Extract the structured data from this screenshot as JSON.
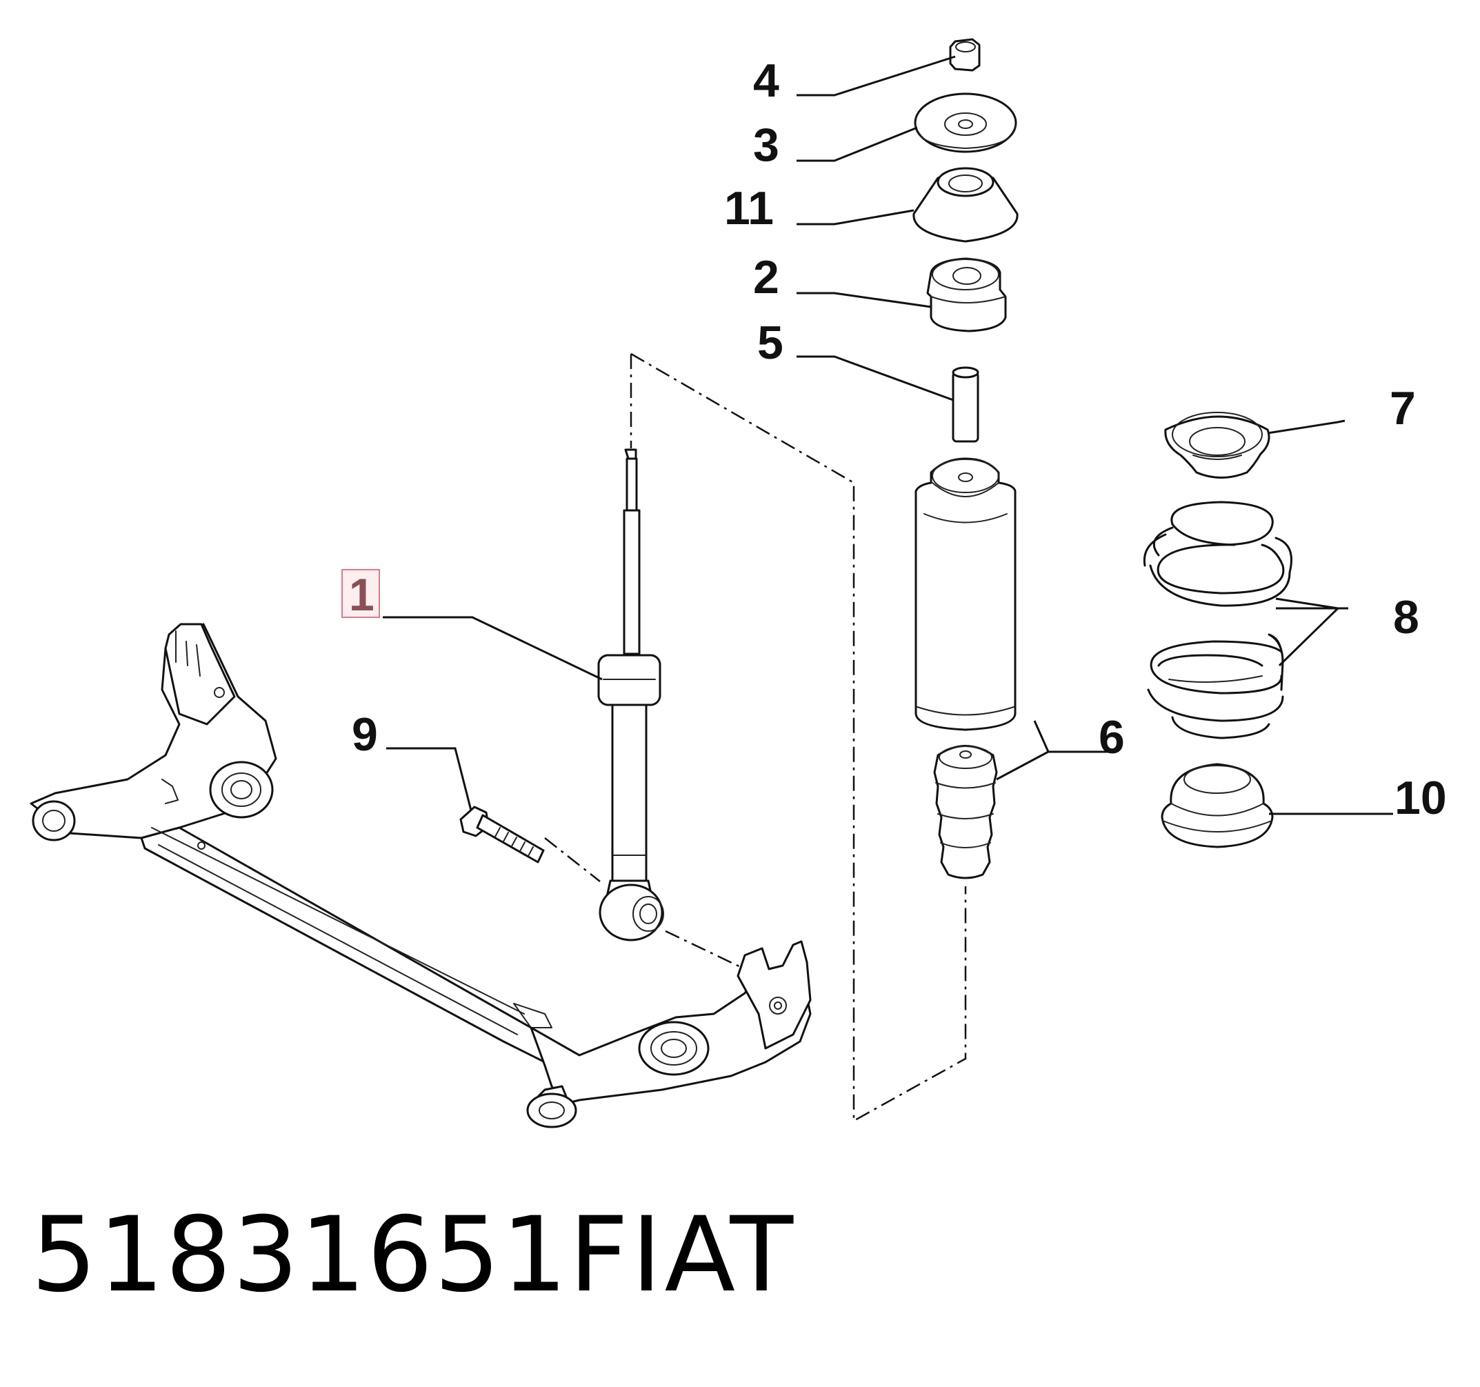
{
  "diagram": {
    "callouts": {
      "c1": "1",
      "c2": "2",
      "c3": "3",
      "c4": "4",
      "c5": "5",
      "c6": "6",
      "c7": "7",
      "c8": "8",
      "c9": "9",
      "c10": "10",
      "c11": "11"
    },
    "highlight_color": "#e07a86"
  },
  "footer": {
    "part_number": "51831651",
    "brand": "FIAT"
  }
}
